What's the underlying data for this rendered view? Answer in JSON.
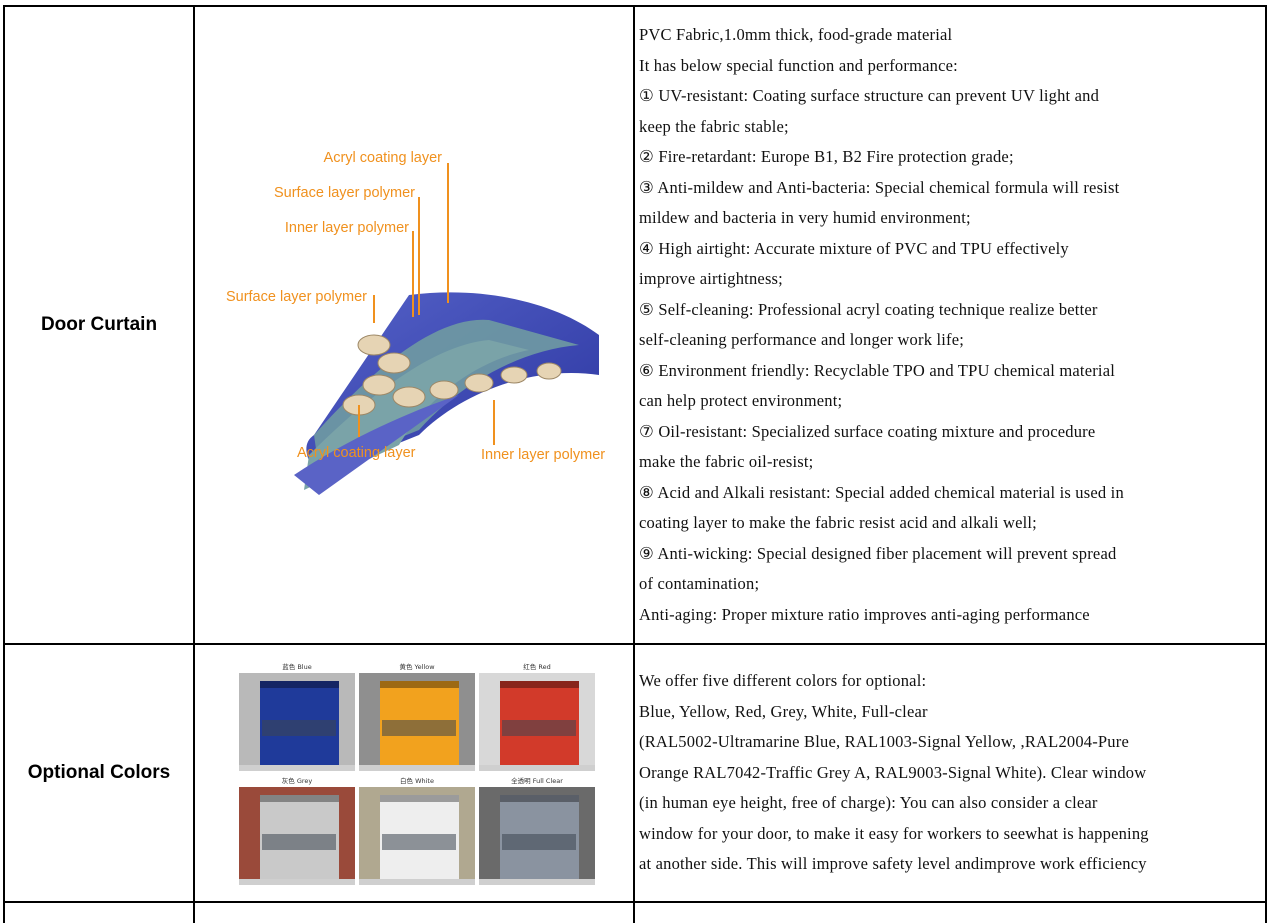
{
  "rows": [
    {
      "label": "Door Curtain",
      "diagram": {
        "layer_labels": [
          "Acryl coating layer",
          "Surface layer polymer",
          "Inner layer polymer",
          "Surface layer polymer",
          "Acryl coating layer",
          "Inner layer polymer"
        ]
      },
      "lines": [
        "PVC Fabric,1.0mm thick, food-grade material",
        "It has below special function and performance:",
        "① UV-resistant: Coating surface structure can prevent UV light and",
        "keep the fabric stable;",
        "② Fire-retardant: Europe B1, B2 Fire protection grade;",
        "③ Anti-mildew and Anti-bacteria: Special chemical formula will resist",
        "mildew and bacteria in very humid environment;",
        "④ High airtight: Accurate mixture of PVC and TPU effectively",
        "improve airtightness;",
        "⑤ Self-cleaning: Professional acryl coating technique realize better",
        "self-cleaning performance and longer work life;",
        "⑥ Environment friendly: Recyclable TPO and TPU chemical material",
        "can help protect environment;",
        "⑦ Oil-resistant: Specialized surface coating mixture and procedure",
        "make the fabric oil-resist;",
        "⑧ Acid and Alkali resistant: Special added chemical material is used in",
        "coating layer to make the fabric resist acid and alkali well;",
        "⑨ Anti-wicking: Special designed fiber placement will prevent spread",
        "of contamination;",
        "Anti-aging: Proper mixture ratio improves anti-aging performance"
      ]
    },
    {
      "label": "Optional Colors",
      "swatches": [
        {
          "caption": "蓝色 Blue",
          "color": "#1f3a9a",
          "frame": "#b9b9b9"
        },
        {
          "caption": "黄色 Yellow",
          "color": "#f2a21e",
          "frame": "#8f8f8f"
        },
        {
          "caption": "红色 Red",
          "color": "#d23a2a",
          "frame": "#d8d8d8"
        },
        {
          "caption": "灰色 Grey",
          "color": "#c9c9c9",
          "frame": "#9a4a3a"
        },
        {
          "caption": "白色 White",
          "color": "#eeeeee",
          "frame": "#b0a890"
        },
        {
          "caption": "全透明 Full Clear",
          "color": "#8a93a0",
          "frame": "#6a6a6a"
        }
      ],
      "lines": [
        "We offer five different colors for optional:",
        "Blue, Yellow, Red, Grey, White, Full-clear",
        "(RAL5002-Ultramarine Blue, RAL1003-Signal Yellow, ,RAL2004-Pure",
        "Orange RAL7042-Traffic Grey A, RAL9003-Signal White). Clear window",
        "(in human eye height, free of charge): You can also consider a clear",
        "window for your door, to make it easy for workers to seewhat is happening",
        "at another side. This will improve safety level andimprove work efficiency"
      ]
    }
  ],
  "colors": {
    "layer_label": "#f0911e",
    "line": "#000000"
  }
}
